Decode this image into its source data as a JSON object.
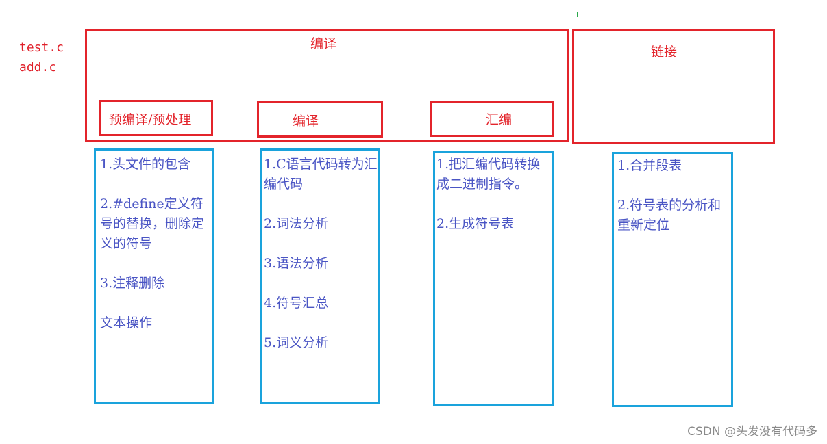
{
  "source_files": [
    "test.c",
    "add.c"
  ],
  "compile_stage": {
    "title": "编译",
    "substages": [
      {
        "label": "预编译/预处理",
        "items": [
          "1.头文件的包含",
          "2.#define定义符号的替换，删除定义的符号",
          "3.注释删除",
          "文本操作"
        ]
      },
      {
        "label": "编译",
        "items": [
          "1.C语言代码转为汇编代码",
          "2.词法分析",
          "3.语法分析",
          "4.符号汇总",
          "5.词义分析"
        ]
      },
      {
        "label": "汇编",
        "items": [
          "1.把汇编代码转换成二进制指令。",
          "2.生成符号表"
        ]
      }
    ]
  },
  "link_stage": {
    "title": "链接",
    "items": [
      "1.合并段表",
      "2.符号表的分析和重新定位"
    ]
  },
  "watermark": "CSDN @头发没有代码多"
}
